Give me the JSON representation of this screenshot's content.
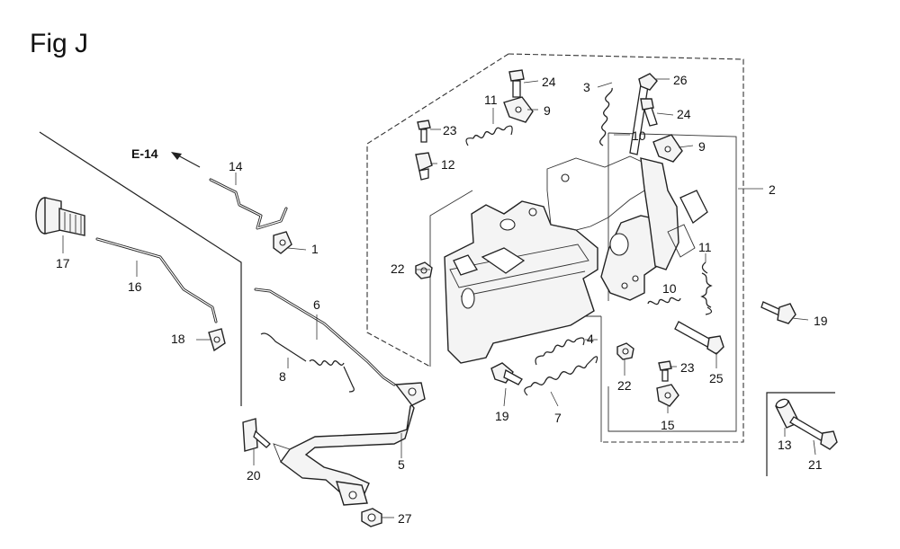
{
  "figure": {
    "title": "Fig J"
  },
  "reference": {
    "label": "E-14"
  },
  "callouts": [
    {
      "id": "c1",
      "text": "1"
    },
    {
      "id": "c2",
      "text": "2"
    },
    {
      "id": "c3",
      "text": "3"
    },
    {
      "id": "c4",
      "text": "4"
    },
    {
      "id": "c5",
      "text": "5"
    },
    {
      "id": "c6",
      "text": "6"
    },
    {
      "id": "c7",
      "text": "7"
    },
    {
      "id": "c8",
      "text": "8"
    },
    {
      "id": "c9a",
      "text": "9"
    },
    {
      "id": "c9b",
      "text": "9"
    },
    {
      "id": "c10a",
      "text": "10"
    },
    {
      "id": "c10b",
      "text": "10"
    },
    {
      "id": "c11a",
      "text": "11"
    },
    {
      "id": "c11b",
      "text": "11"
    },
    {
      "id": "c12",
      "text": "12"
    },
    {
      "id": "c13",
      "text": "13"
    },
    {
      "id": "c14",
      "text": "14"
    },
    {
      "id": "c15",
      "text": "15"
    },
    {
      "id": "c16",
      "text": "16"
    },
    {
      "id": "c17",
      "text": "17"
    },
    {
      "id": "c18",
      "text": "18"
    },
    {
      "id": "c19a",
      "text": "19"
    },
    {
      "id": "c19b",
      "text": "19"
    },
    {
      "id": "c20",
      "text": "20"
    },
    {
      "id": "c21",
      "text": "21"
    },
    {
      "id": "c22a",
      "text": "22"
    },
    {
      "id": "c22b",
      "text": "22"
    },
    {
      "id": "c23a",
      "text": "23"
    },
    {
      "id": "c23b",
      "text": "23"
    },
    {
      "id": "c24a",
      "text": "24"
    },
    {
      "id": "c24b",
      "text": "24"
    },
    {
      "id": "c25",
      "text": "25"
    },
    {
      "id": "c26",
      "text": "26"
    },
    {
      "id": "c27",
      "text": "27"
    }
  ]
}
